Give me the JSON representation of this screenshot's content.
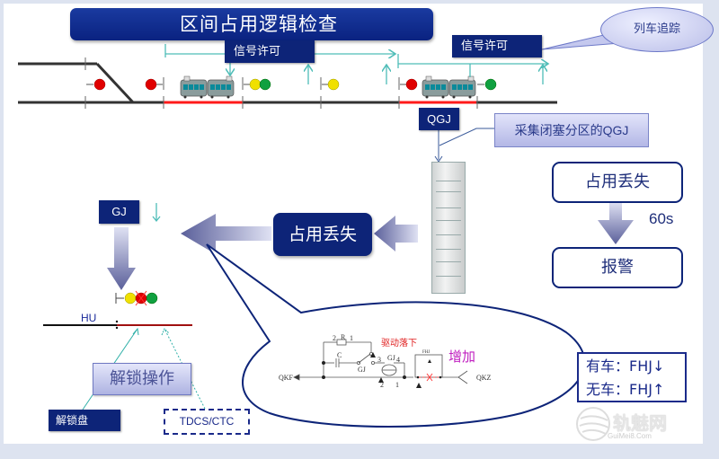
{
  "title": "区间占用逻辑检查",
  "track": {
    "signal_permit_labels": [
      "信号许可",
      "信号许可"
    ],
    "callout_train_tracking": "列车追踪"
  },
  "qgj": {
    "label": "QGJ",
    "note": "采集闭塞分区的QGJ"
  },
  "occupancy_lost_center": "占用丢失",
  "gj": {
    "label": "GJ",
    "arrow": "↓"
  },
  "hu_label": "HU",
  "unlock": {
    "operation": "解锁操作",
    "panel": "解锁盘",
    "tdcs": "TDCS/CTC"
  },
  "flow": {
    "occupancy_lost": "占用丢失",
    "delay": "60s",
    "alarm": "报警"
  },
  "circuit": {
    "drive_drop": "驱动落下",
    "added": "增加",
    "labels": [
      "QKF",
      "QKZ",
      "GJ",
      "GJ",
      "R",
      "C",
      "FHJ"
    ],
    "pins": [
      "2",
      "1",
      "3",
      "4",
      "2",
      "1"
    ]
  },
  "fhj_rules": [
    "有车：FHJ↓",
    "无车：FHJ↑"
  ],
  "watermark": {
    "text": "轨魅网",
    "sub": "GuiMei8.Com"
  },
  "colors": {
    "navy": "#0d2478",
    "occupied_track": "#ff1a1a",
    "teal_arrow": "#4fbdb8",
    "signal_red": "#e00000",
    "signal_yellow": "#f0e000",
    "signal_green": "#10a040"
  }
}
